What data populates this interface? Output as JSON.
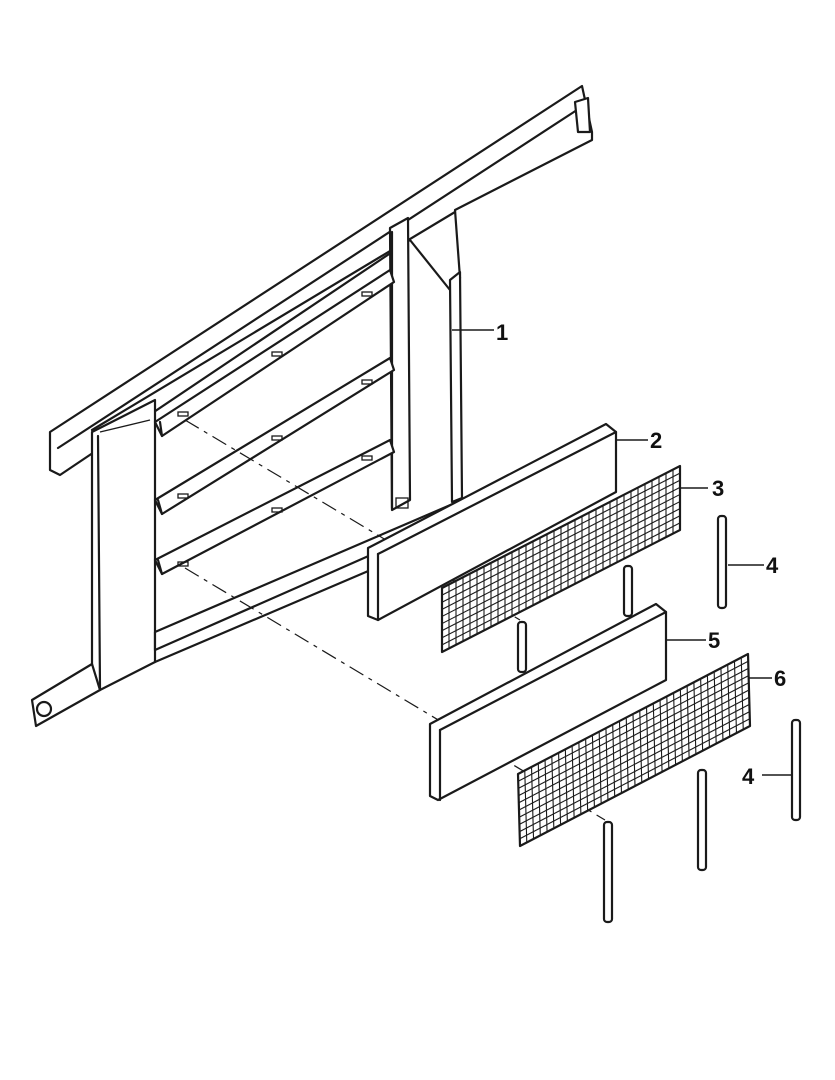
{
  "callouts": {
    "frame": "1",
    "filter_panel_upper": "2",
    "mesh_upper": "3",
    "pins_upper": "4",
    "filter_panel_lower": "5",
    "mesh_lower": "6",
    "pins_lower": "4"
  },
  "colors": {
    "ink": "#1a1a1a",
    "paper": "#ffffff"
  }
}
